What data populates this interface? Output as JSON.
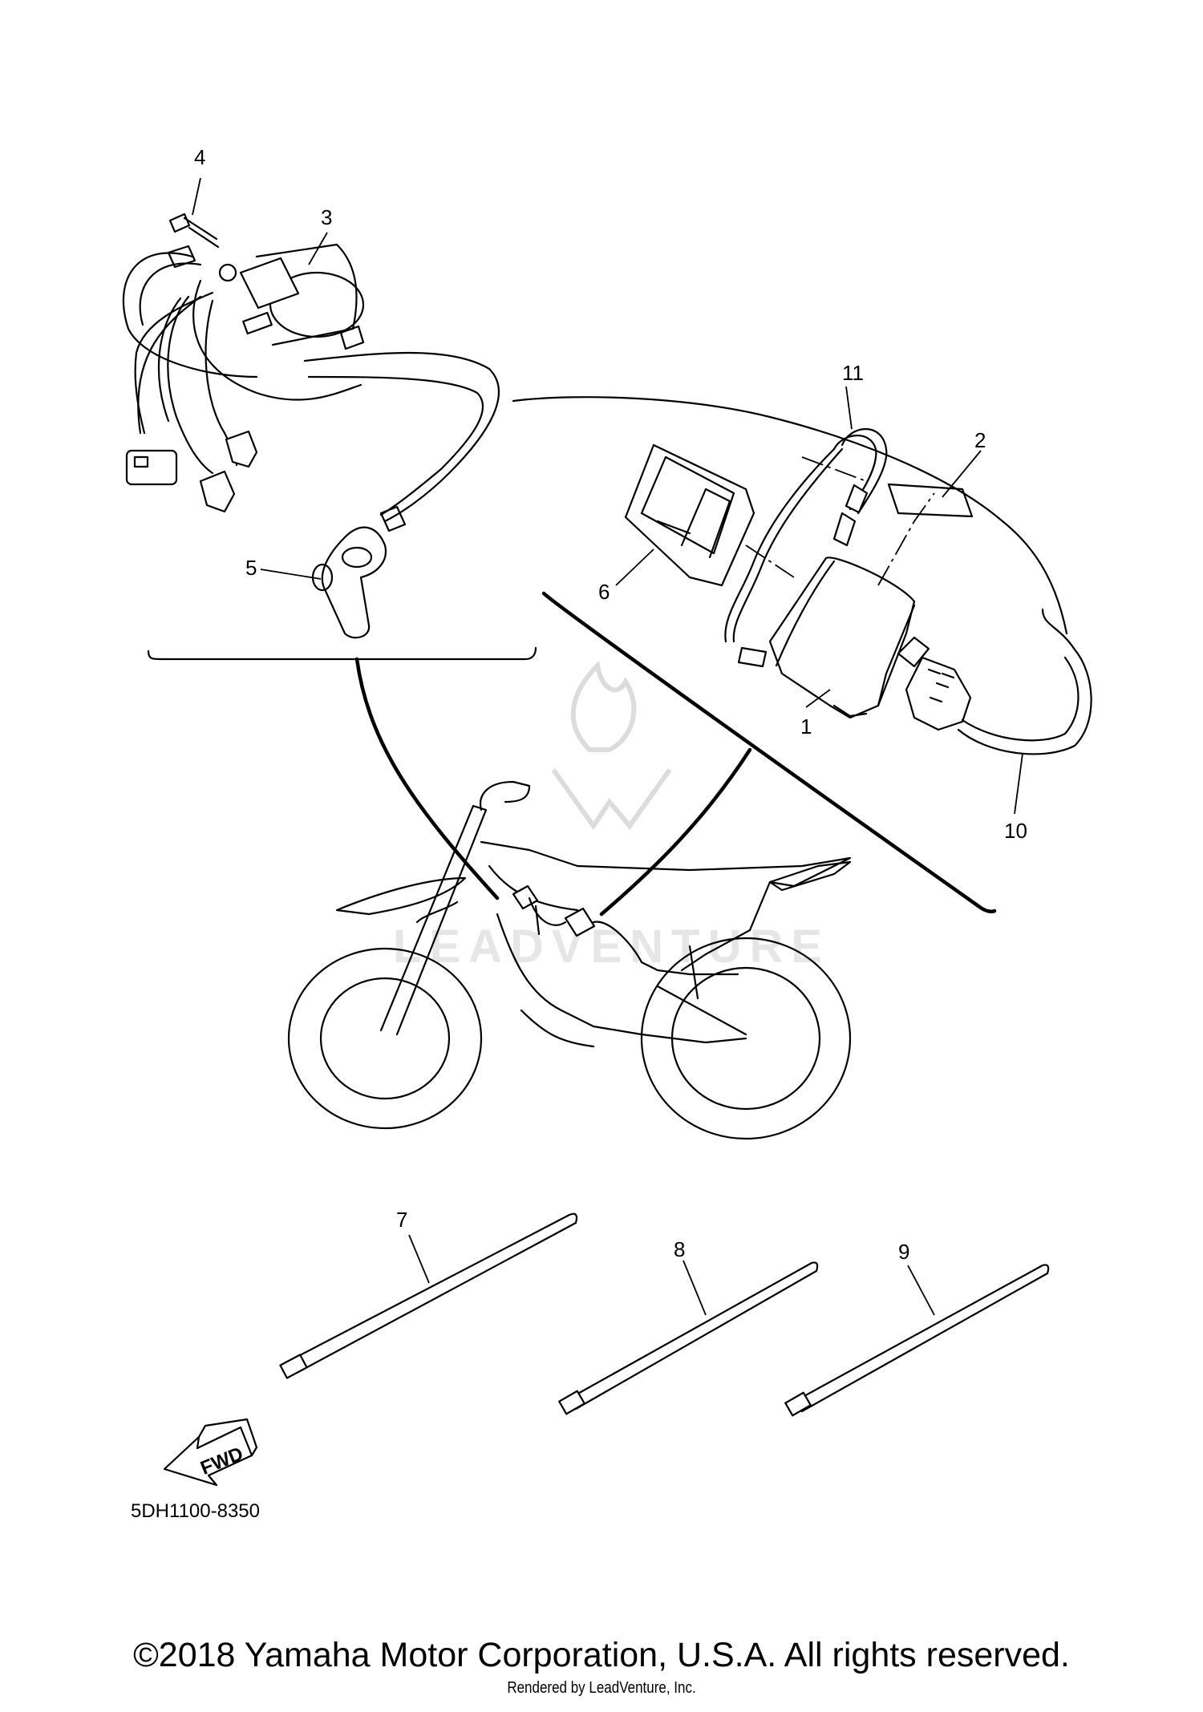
{
  "diagram": {
    "callouts": [
      "1",
      "2",
      "3",
      "4",
      "5",
      "6",
      "7",
      "8",
      "9",
      "10",
      "11"
    ],
    "fwd_label": "FWD",
    "diagram_code": "5DH1100-8350",
    "watermark": "LEADVENTURE"
  },
  "footer": {
    "copyright": "©2018 Yamaha Motor Corporation, U.S.A. All rights reserved.",
    "rendered_by": "Rendered by LeadVenture, Inc."
  }
}
